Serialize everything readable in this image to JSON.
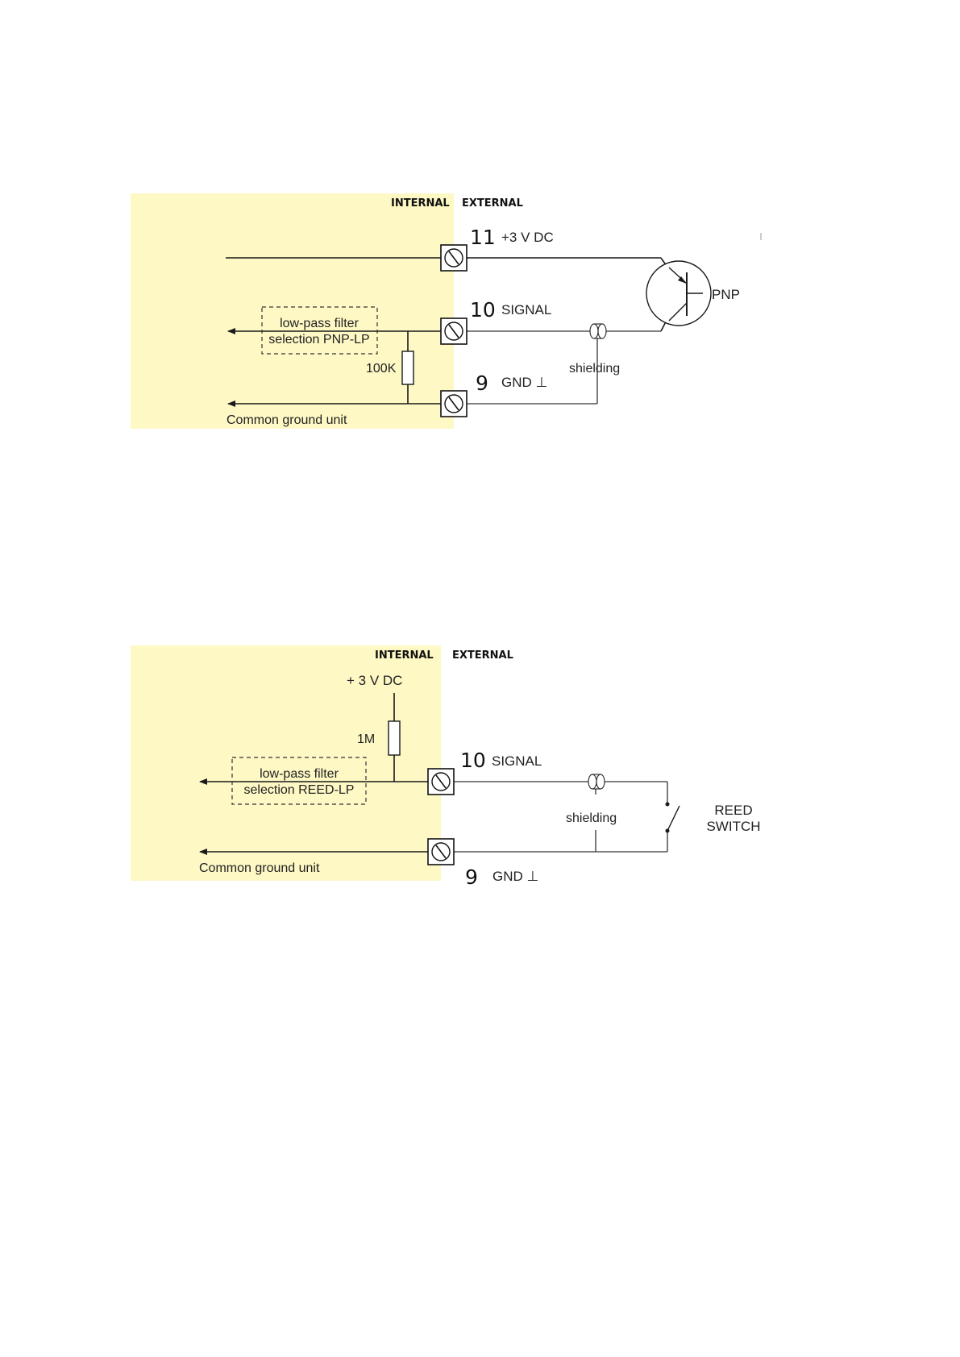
{
  "colors": {
    "internal_bg": "#fdf8c4",
    "wire": "#1a1a1a"
  },
  "diagram_pnp": {
    "internal_label": "INTERNAL",
    "external_label": "EXTERNAL",
    "terminal_11_num": "11",
    "terminal_11_label": "+3 V DC",
    "terminal_10_num": "10",
    "terminal_10_label": "SIGNAL",
    "terminal_9_num": "9",
    "terminal_9_label": "GND ⊥",
    "filter_line1": "low-pass filter",
    "filter_line2": "selection PNP-LP",
    "resistor_label": "100K",
    "shielding_label": "shielding",
    "ground_label": "Common ground unit",
    "transistor_label": "PNP"
  },
  "diagram_reed": {
    "internal_label": "INTERNAL",
    "external_label": "EXTERNAL",
    "supply_label": "+ 3   V DC",
    "resistor_label": "1M",
    "terminal_10_num": "10",
    "terminal_10_label": "SIGNAL",
    "terminal_9_num": "9",
    "terminal_9_label": "GND ⊥",
    "filter_line1": "low-pass filter",
    "filter_line2": "selection REED-LP",
    "shielding_label": "shielding",
    "ground_label": "Common ground unit",
    "switch_line1": "REED",
    "switch_line2": "SWITCH"
  }
}
